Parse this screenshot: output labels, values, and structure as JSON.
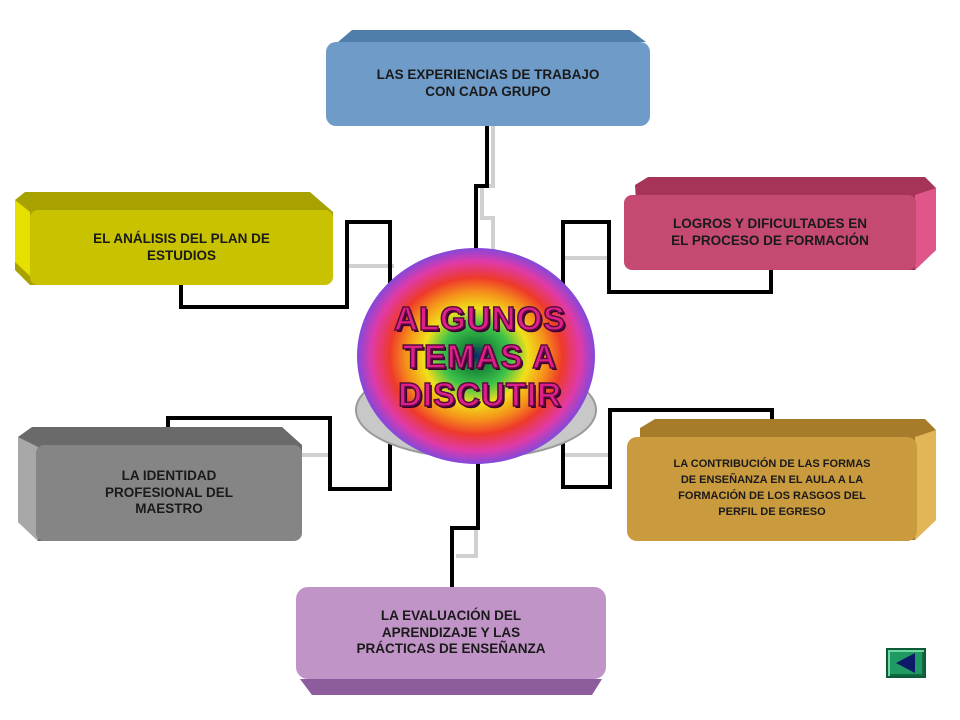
{
  "diagram": {
    "center_title": "ALGUNOS\nTEMAS A\nDISCUTIR",
    "topics": {
      "top": "LAS EXPERIENCIAS DE TRABAJO\nCON CADA GRUPO",
      "upper_left": "EL ANÁLISIS DEL PLAN DE\nESTUDIOS",
      "upper_right": "LOGROS Y DIFICULTADES EN\nEL PROCESO DE FORMACIÓN",
      "lower_left": "LA IDENTIDAD\nPROFESIONAL DEL\nMAESTRO",
      "lower_right": "LA CONTRIBUCIÓN  DE LAS FORMAS\nDE ENSEÑANZA  EN EL AULA A LA\nFORMACIÓN  DE LOS RASGOS DEL\nPERFIL DE EGRESO",
      "bottom": "LA EVALUACIÓN DEL\nAPRENDIZAJE Y LAS\nPRÁCTICAS DE ENSEÑANZA"
    }
  },
  "colors": {
    "top_box": "#6f9bc8",
    "upper_left_box": "#c8c200",
    "upper_right_box": "#c44a72",
    "lower_left_box": "#858585",
    "lower_right_box": "#c99a3e",
    "bottom_box": "#c094c6",
    "back_button": "#1f9a62"
  },
  "nav": {
    "back_icon": "triangle-left-icon"
  }
}
